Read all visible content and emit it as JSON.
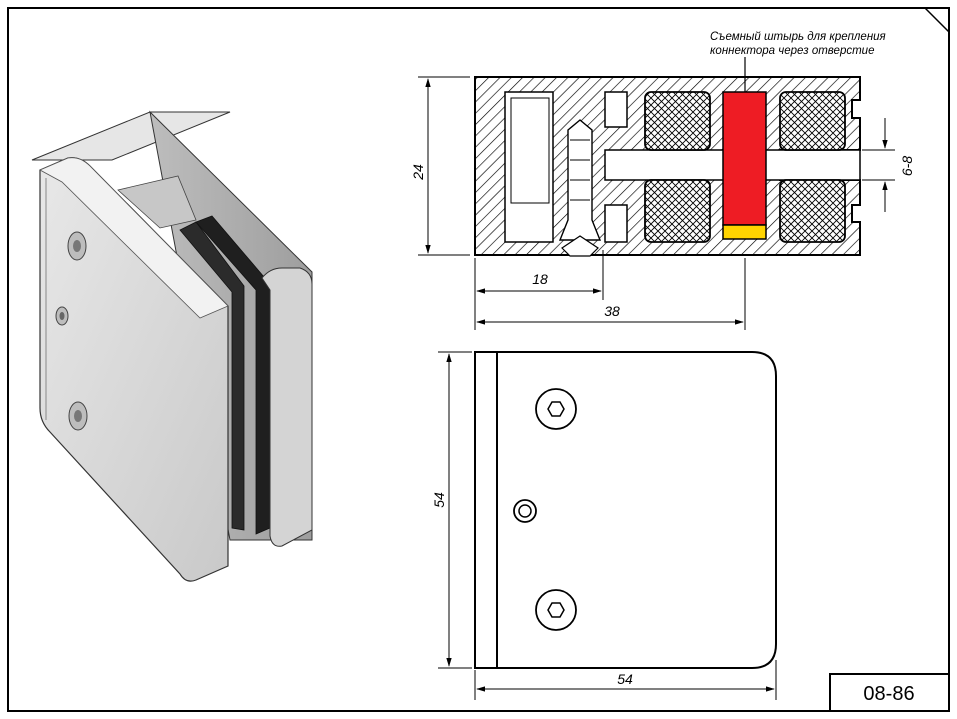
{
  "annotation": {
    "line1": "Съемный штырь для крепления",
    "line2": "коннектора через отверстие"
  },
  "dimensions": {
    "height_section": "24",
    "gap": "6-8",
    "pin_offset": "18",
    "pin_depth": "38",
    "plan_height": "54",
    "plan_width": "54"
  },
  "part_code": "08-86",
  "colors": {
    "pin": "#ee1c24",
    "pin_tip": "#ffd400",
    "hatch": "#000000",
    "body_light": "#d9d9d9",
    "gasket": "#2b2b2b"
  }
}
